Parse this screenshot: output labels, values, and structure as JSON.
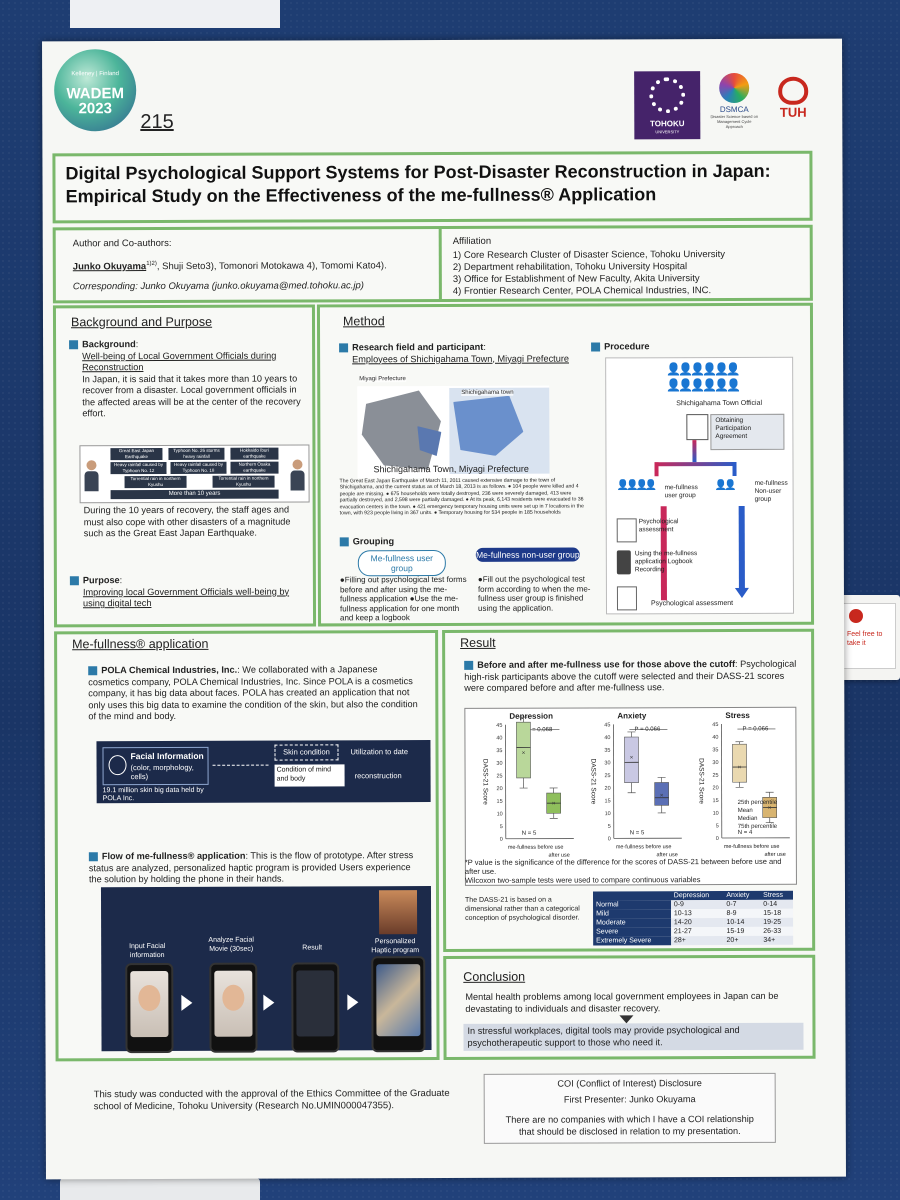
{
  "colors": {
    "accent_green": "#7ab86b",
    "bullet_blue": "#2c7aa8",
    "board_blue": "#1d3a6b",
    "dark_panel": "#1c2a4a"
  },
  "header": {
    "logo_wadem_top": "Kelleney | Finland",
    "logo_wadem_name": "WADEM",
    "logo_wadem_year": "2023",
    "poster_number": "215",
    "logo_tohoku": "TOHOKU",
    "logo_tohoku_sub": "UNIVERSITY",
    "logo_dsmca": "DSMCA",
    "logo_dsmca_sub": "Disaster Science based on Management Cycle Approach",
    "logo_tuh": "TUH"
  },
  "title": "Digital Psychological Support Systems for Post-Disaster Reconstruction in Japan: Empirical Study on the Effectiveness of the me-fullness® Application",
  "authors": {
    "label": "Author and Co-authors:",
    "lead": "Junko Okuyama",
    "lead_sup": "1)2)",
    "rest": ", Shuji Seto3), Tomonori Motokawa 4), Tomomi Kato4).",
    "corresponding": "Corresponding: Junko Okuyama (junko.okuyama@med.tohoku.ac.jp)"
  },
  "affiliation": {
    "label": "Affiliation",
    "items": [
      "1) Core Research Cluster of Disaster Science, Tohoku University",
      "2) Department rehabilitation, Tohoku University Hospital",
      "3) Office for Establishment of New Faculty, Akita University",
      "4) Frontier Research Center, POLA Chemical Industries, INC."
    ]
  },
  "background": {
    "heading": "Background and Purpose",
    "bg_label": "Background",
    "bg_title": "Well-being of Local Government Officials during Reconstruction",
    "bg_text": "In Japan, it is said that it takes more than 10 years to recover from a disaster. Local government officials in the affected areas will be at the center of the recovery effort.",
    "scene_labels": [
      "Great East Japan Earthquake",
      "Typhoon No. 26 storms heavy rainfall",
      "Hokkaido Iburi earthquake",
      "Heavy rainfall caused by Typhoon No. 12",
      "Heavy rainfall caused by Typhoon No. 18",
      "Northern Osaka earthquake",
      "Torrential rain in northern Kyushu",
      "Torrential rain in northern Kyushu"
    ],
    "scene_bar": "More than 10 years",
    "bg_text2": "During the 10 years of recovery, the staff ages and must also cope with other disasters of a magnitude such as the Great East Japan Earthquake.",
    "purpose_label": "Purpose",
    "purpose_text": "Improving local Government Officials well-being by using digital tech"
  },
  "method": {
    "heading": "Method",
    "field_label": "Research field and participant",
    "field_text": "Employees of Shichigahama Town, Miyagi Prefecture",
    "map_label1": "Miyagi Prefecture",
    "map_label2": "Shichigahama town",
    "map_caption": "Shichigahama Town, Miyagi Prefecture",
    "map_note": "The Great East Japan Earthquake of March 11, 2011 caused extensive damage to the town of Shichigahama, and the current status as of March 18, 2013 is as follows. ● 104 people were killed and 4 people are missing. ● 675 households were totally destroyed, 236 were severely damaged, 413 were partially destroyed, and 2,598 were partially damaged. ● At its peak, 6,143 residents were evacuated to 36 evacuation centers in the town. ● 421 emergency temporary housing units were set up in 7 locations in the town, with 923 people living in 367 units. ● Temporary housing for 534 people in 185 households",
    "grouping_label": "Grouping",
    "user_group": "Me-fullness user group",
    "user_text": "●Filling out psychological test forms before and after using the me-fullness application ●Use the me-fullness application for one month and keep a logbook",
    "nonuser_group": "Me-fullness non-user group",
    "nonuser_text": "●Fill out the psychological test form according to when the me-fullness user group is finished using the application.",
    "procedure_label": "Procedure",
    "proc_officials": "Shichigahama Town Official",
    "proc_consent": "Obtaining Participation Agreement",
    "proc_user": "me-fullness user group",
    "proc_nonuser": "me-fullness Non-user group",
    "proc_assess1": "Psychological assessment",
    "proc_logbook": "Using the me-fullness application Logbook Recording",
    "proc_assess2": "Psychological assessment"
  },
  "mefullness": {
    "heading": "Me-fullness® application",
    "pola_label": "POLA Chemical Industries, Inc.",
    "pola_text": ": We collaborated with a Japanese cosmetics company, POLA Chemical Industries, Inc. Since POLA is a cosmetics company, it has big data about faces. POLA has created an application that not only uses this big data to examine the condition of the skin, but also the condition of the mind and body.",
    "facial_info": "Facial Information",
    "facial_sub": "(color, morphology, cells)",
    "skin_condition": "Skin condition",
    "utilization": "Utilization to date",
    "mind_body": "Condition of mind and body",
    "reconstruction": "reconstruction",
    "bigdata": "19.1 million skin big data held by POLA Inc.",
    "flow_label": "Flow of me-fullness® application",
    "flow_text": ": This is the flow of prototype. After stress status are analyzed, personalized haptic program is provided Users experience the solution by holding the phone in their hands.",
    "step1": "Input Facial information",
    "step2": "Analyze Facial Movie (30sec)",
    "step3": "Result",
    "step4": "Personalized Haptic program"
  },
  "result": {
    "heading": "Result",
    "label": "Before and after me-fullness use for those above the cutoff",
    "text": ": Psychological high-risk participants above the cutoff were selected and their DASS-21 scores were compared before and after me-fullness use.",
    "legend": [
      "25th percentile",
      "Mean",
      "Median",
      "75th percentile"
    ],
    "footnote1": "*P value is the significance of the difference for the scores of DASS-21 between before use and after use.",
    "footnote2": "Wilcoxon two-sample tests were used to compare continuous variables",
    "dass_note": "The DASS-21 is based on a dimensional rather than a categorical conception of psychological disorder.",
    "table": {
      "headers": [
        "",
        "Depression",
        "Anxiety",
        "Stress"
      ],
      "rows": [
        [
          "Normal",
          "0-9",
          "0-7",
          "0-14"
        ],
        [
          "Mild",
          "10-13",
          "8-9",
          "15-18"
        ],
        [
          "Moderate",
          "14-20",
          "10-14",
          "19-25"
        ],
        [
          "Severe",
          "21-27",
          "15-19",
          "26-33"
        ],
        [
          "Extremely Severe",
          "28+",
          "20+",
          "34+"
        ]
      ]
    }
  },
  "chart_data": {
    "type": "box",
    "ylabel": "DASS-21 Score",
    "ylim": [
      0,
      45
    ],
    "panels": [
      {
        "title": "Depression",
        "p_value": "P = 0.068",
        "n": "N = 5",
        "categories": [
          "me-fullness before use",
          "after use"
        ],
        "boxes": [
          {
            "q1": 24,
            "median": 36,
            "q3": 46,
            "min": 20,
            "max": 48,
            "mean": 34
          },
          {
            "q1": 10,
            "median": 14,
            "q3": 18,
            "min": 8,
            "max": 20,
            "mean": 14
          }
        ],
        "colors": [
          "#b9d79a",
          "#8fbf5c"
        ]
      },
      {
        "title": "Anxiety",
        "p_value": "P = 0.066",
        "n": "N = 5",
        "categories": [
          "me-fullness before use",
          "after use"
        ],
        "boxes": [
          {
            "q1": 22,
            "median": 30,
            "q3": 40,
            "min": 18,
            "max": 42,
            "mean": 32
          },
          {
            "q1": 13,
            "median": 16,
            "q3": 22,
            "min": 10,
            "max": 24,
            "mean": 17
          }
        ],
        "colors": [
          "#c9c8e3",
          "#5b6fb5"
        ]
      },
      {
        "title": "Stress",
        "p_value": "P = 0.066",
        "n": "N = 4",
        "categories": [
          "me-fullness before use",
          "after use"
        ],
        "boxes": [
          {
            "q1": 22,
            "median": 28,
            "q3": 37,
            "min": 20,
            "max": 38,
            "mean": 28
          },
          {
            "q1": 8,
            "median": 12,
            "q3": 16,
            "min": 6,
            "max": 18,
            "mean": 12
          }
        ],
        "colors": [
          "#ead9b0",
          "#d8b470"
        ]
      }
    ]
  },
  "conclusion": {
    "heading": "Conclusion",
    "text1": "Mental health problems among local government employees in Japan can be devastating to individuals and disaster recovery.",
    "text2": "In stressful workplaces, digital tools may provide psychological and psychotherapeutic support to those who need it."
  },
  "footer": {
    "ethics": "This study was conducted with the approval of the Ethics Committee of the Graduate school of Medicine, Tohoku University (Research No.UMIN000047355).",
    "coi_title": "COI (Conflict of Interest) Disclosure",
    "coi_presenter": "First Presenter: Junko Okuyama",
    "coi_text": "There are no companies with which I have a COI relationship that should be disclosed in relation to my presentation."
  },
  "side_note": "Feel free to take it"
}
